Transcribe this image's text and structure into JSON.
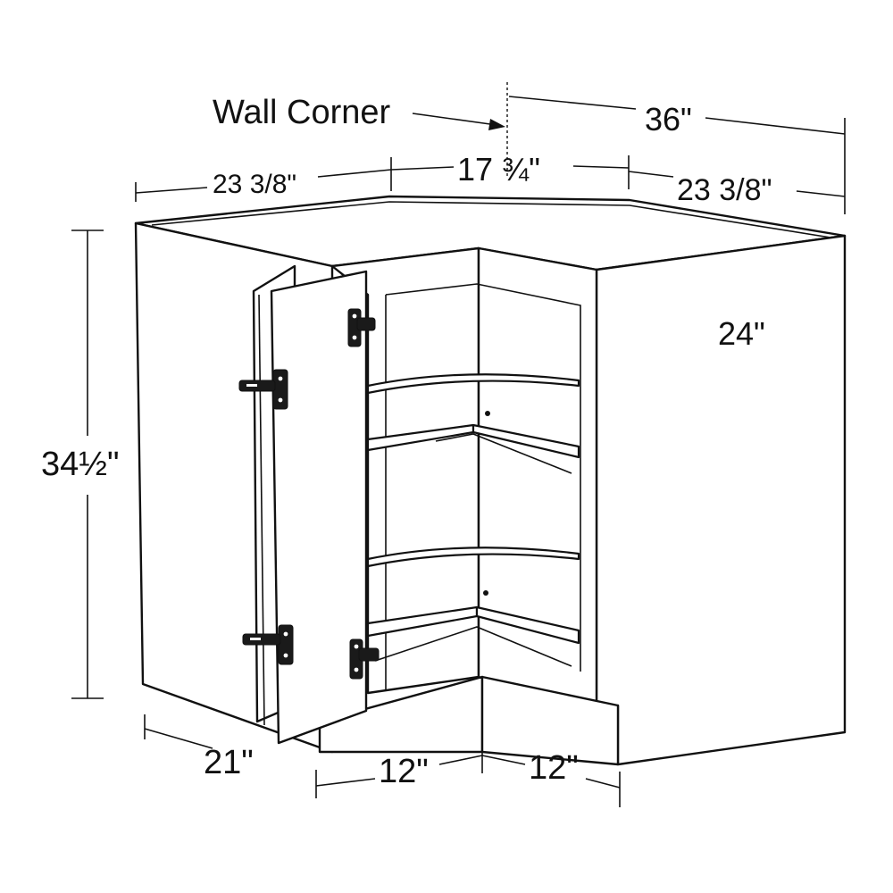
{
  "labels": {
    "wall_corner": "Wall Corner",
    "width_total": "36\"",
    "left_top": "23 3/8\"",
    "center_gap": "17 ¾\"",
    "right_top": "23 3/8\"",
    "depth_right": "24\"",
    "height": "34½\"",
    "depth_left": "21\"",
    "toe_left": "12\"",
    "toe_right": "12\""
  },
  "colors": {
    "line": "#111111",
    "background": "#ffffff",
    "hinge": "#1a1a1a"
  }
}
